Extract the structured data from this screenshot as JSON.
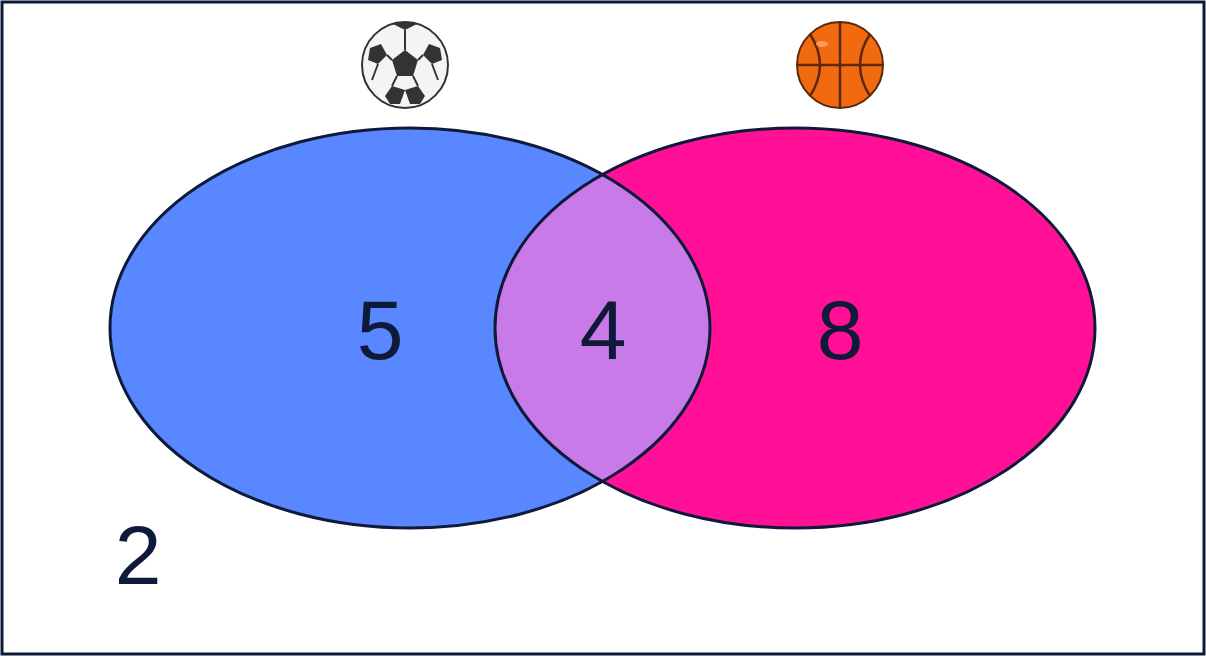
{
  "diagram": {
    "labels": [
      "5",
      "4",
      "8",
      "2"
    ]
  }
}
